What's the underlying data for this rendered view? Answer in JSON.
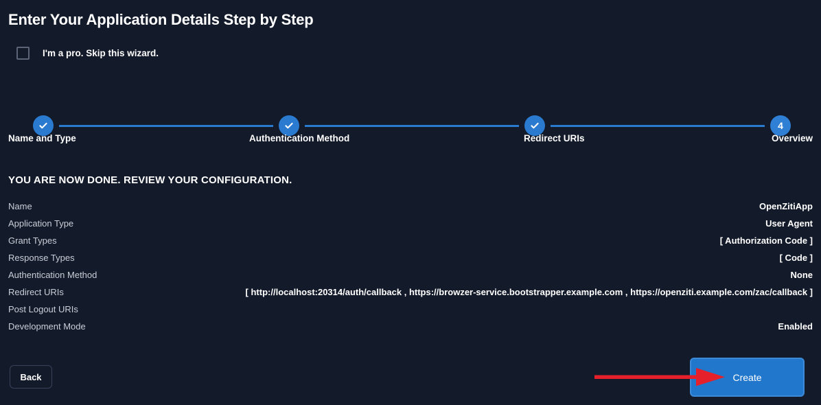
{
  "page": {
    "title": "Enter Your Application Details Step by Step",
    "background_color": "#131a2a"
  },
  "skip_wizard": {
    "label": "I'm a pro. Skip this wizard.",
    "checked": false
  },
  "stepper": {
    "accent_color": "#2a7bd0",
    "current_step": 4,
    "steps": [
      {
        "index": 1,
        "label": "Name and Type",
        "state": "completed",
        "marker": "check-icon"
      },
      {
        "index": 2,
        "label": "Authentication Method",
        "state": "completed",
        "marker": "check-icon"
      },
      {
        "index": 3,
        "label": "Redirect URIs",
        "state": "completed",
        "marker": "check-icon"
      },
      {
        "index": 4,
        "label": "Overview",
        "state": "current",
        "marker": "4"
      }
    ]
  },
  "review": {
    "heading": "YOU ARE NOW DONE. REVIEW YOUR CONFIGURATION.",
    "rows": [
      {
        "label": "Name",
        "value": "OpenZitiApp"
      },
      {
        "label": "Application Type",
        "value": "User Agent"
      },
      {
        "label": "Grant Types",
        "value": "[ Authorization Code ]"
      },
      {
        "label": "Response Types",
        "value": "[ Code ]"
      },
      {
        "label": "Authentication Method",
        "value": "None"
      },
      {
        "label": "Redirect URIs",
        "value": "[ http://localhost:20314/auth/callback , https://browzer-service.bootstrapper.example.com , https://openziti.example.com/zac/callback ]"
      },
      {
        "label": "Post Logout URIs",
        "value": ""
      },
      {
        "label": "Development Mode",
        "value": "Enabled"
      }
    ]
  },
  "footer": {
    "back_label": "Back",
    "create_label": "Create",
    "create_color": "#2177cb"
  },
  "annotation": {
    "arrow_color": "#e5202a",
    "points_to": "create-button"
  }
}
